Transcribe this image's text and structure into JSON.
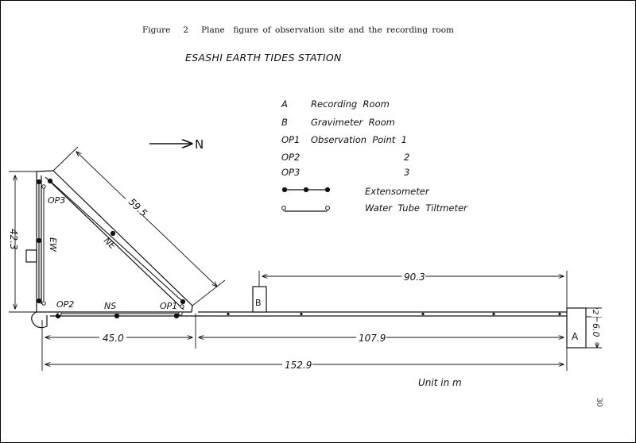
{
  "caption": "Figure   2   Plane  figure of observation site and the recording room",
  "station_title": "ESASHI EARTH TIDES STATION",
  "north_label": "N",
  "legend": {
    "a_code": "A",
    "a_desc": "Recording  Room",
    "b_code": "B",
    "b_desc": "Gravimeter  Room",
    "op1_code": "OP1",
    "op1_desc": "Observation  Point  1",
    "op2_code": "OP2",
    "op2_num": "2",
    "op3_code": "OP3",
    "op3_num": "3",
    "extensometer": "Extensometer",
    "tiltmeter": "Water  Tube  Tiltmeter"
  },
  "labels": {
    "op1": "OP1",
    "op2": "OP2",
    "op3": "OP3",
    "ew": "EW",
    "ns": "NS",
    "ne": "NE",
    "room_a": "A",
    "room_b": "B"
  },
  "dimensions": {
    "d_42_3": "42.3",
    "d_59_5": "59.5",
    "d_45_0": "45.0",
    "d_107_9": "107.9",
    "d_152_9": "152.9",
    "d_90_3": "90.3",
    "d_6_0": "6.0",
    "d_2": "2"
  },
  "unit_note": "Unit  in  m",
  "page_number": "30"
}
